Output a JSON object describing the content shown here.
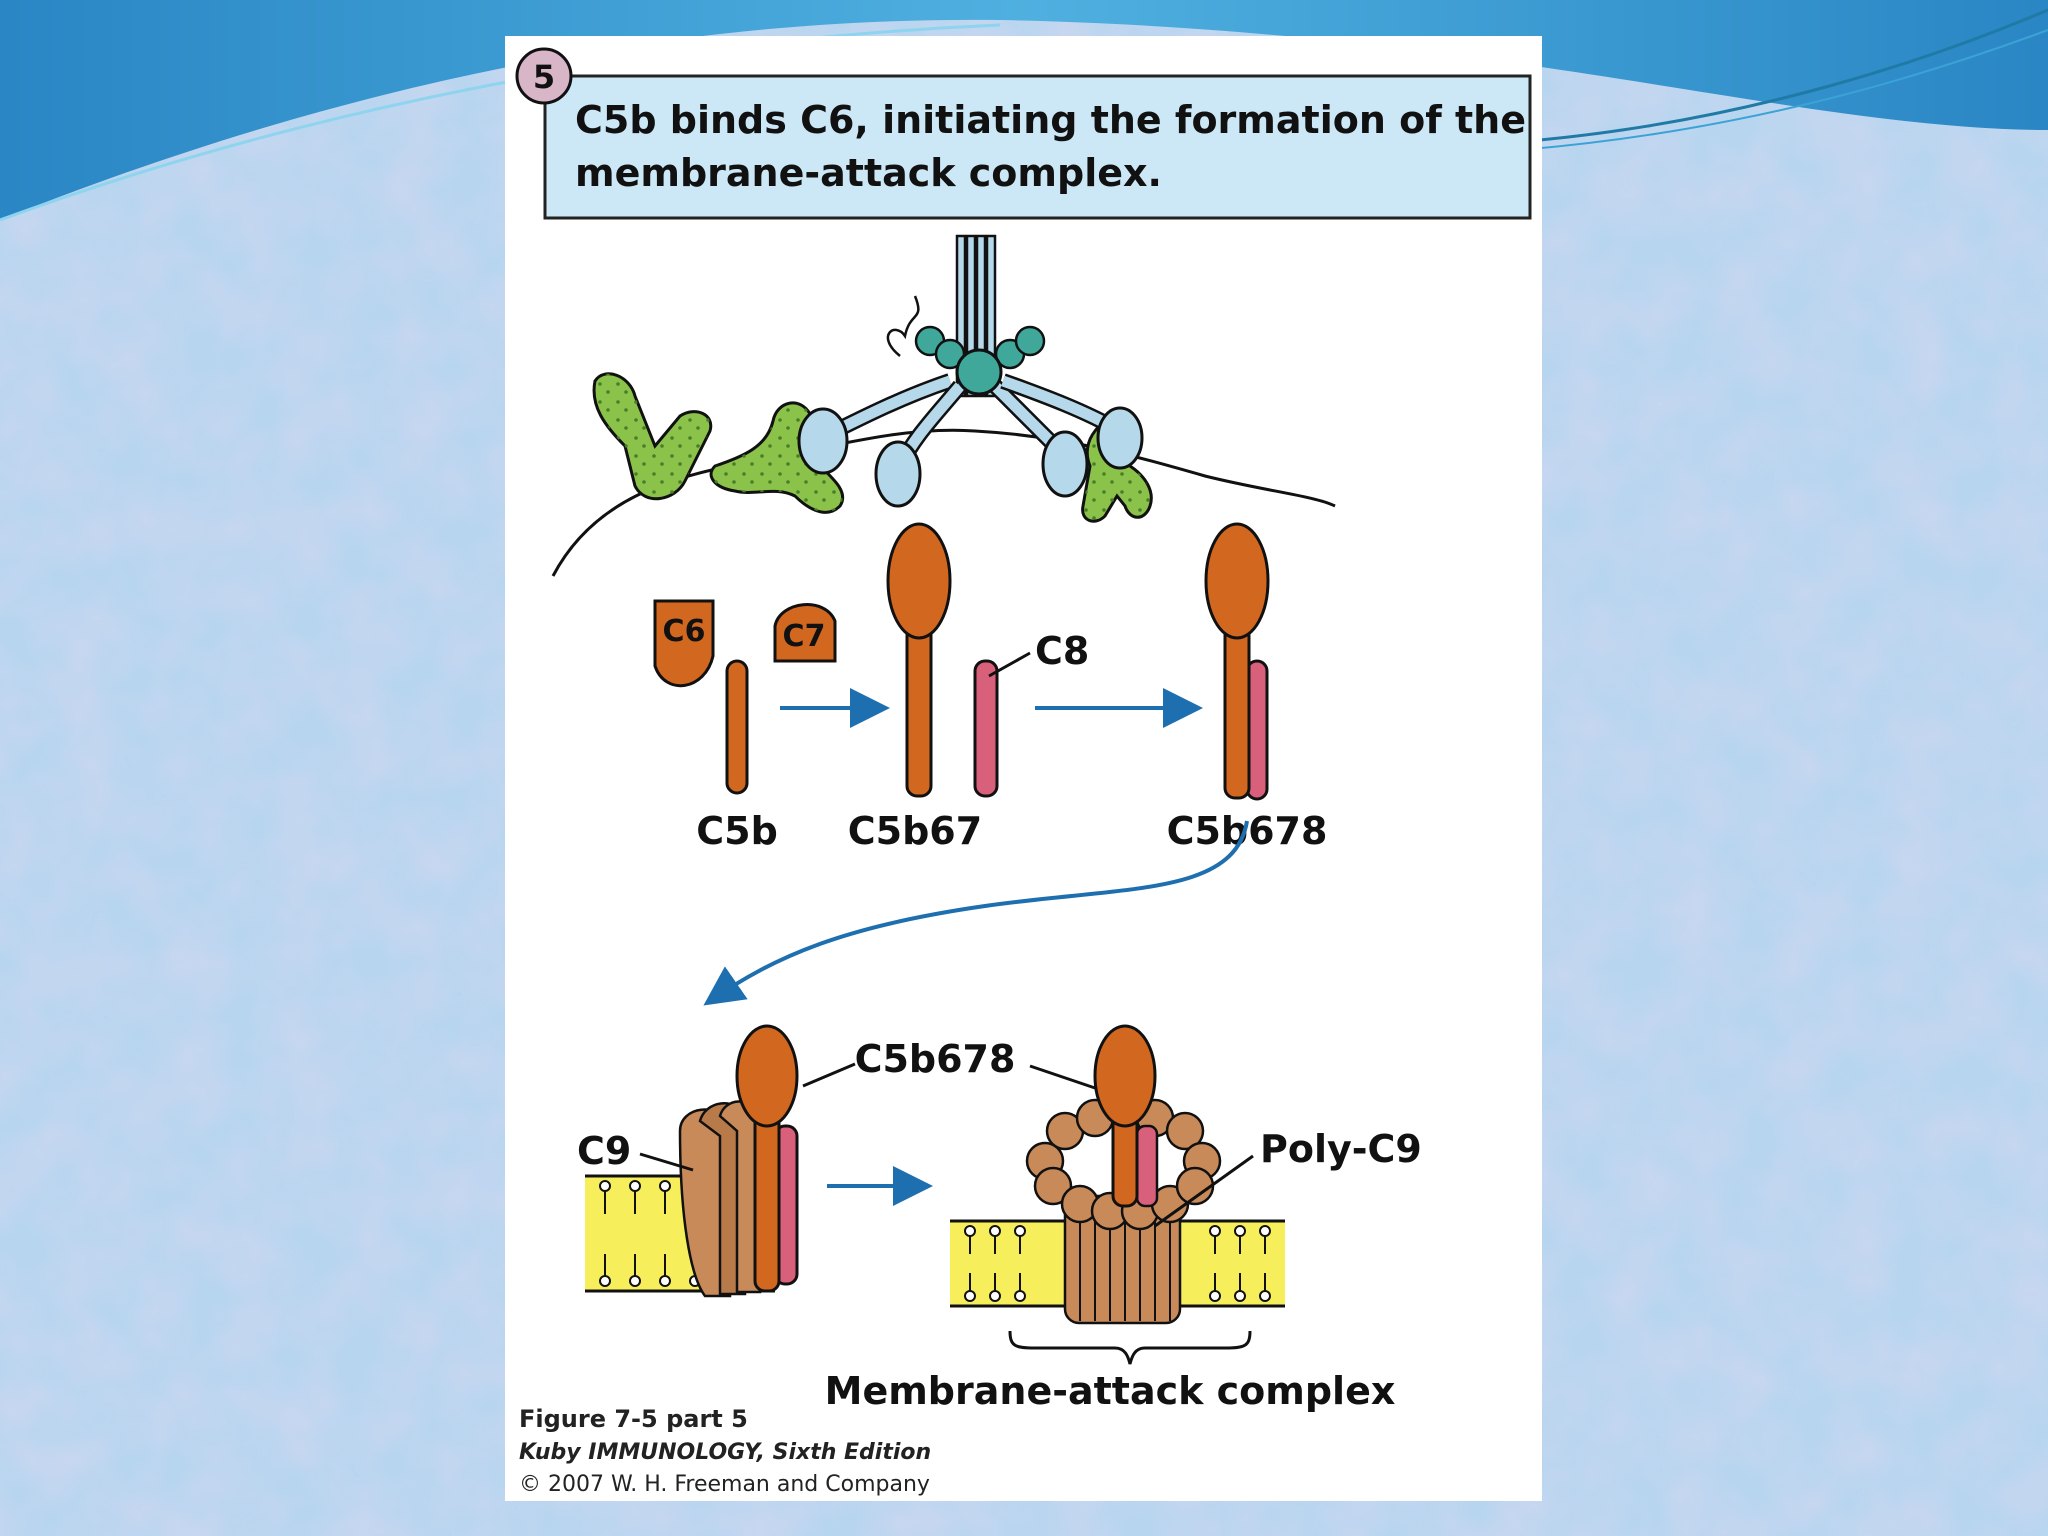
{
  "step_number": "5",
  "step_title_line1": "C5b binds C6, initiating the formation of the",
  "step_title_line2": "membrane-attack complex.",
  "labels": {
    "c6": "C6",
    "c7": "C7",
    "c8": "C8",
    "c5b": "C5b",
    "c5b67": "C5b67",
    "c5b678_top": "C5b678",
    "c5b678_bottom": "C5b678",
    "c9": "C9",
    "poly_c9": "Poly-C9",
    "mac": "Membrane-attack complex"
  },
  "caption": {
    "figure": "Figure 7-5 part 5",
    "book": "Kuby IMMUNOLOGY, Sixth Edition",
    "copyright": "© 2007 W. H. Freeman and Company"
  },
  "colors": {
    "title_box": "#cce8f7",
    "complement": "#d2671f",
    "c8_pink": "#d9607a",
    "antigen_green": "#8bc34a",
    "c1q_teal": "#3fa89a",
    "c1q_light": "#b5d9ea",
    "membrane_yellow": "#f6ee5a",
    "c9_tan": "#c98a5a",
    "arrow_blue": "#1d6fb0"
  }
}
